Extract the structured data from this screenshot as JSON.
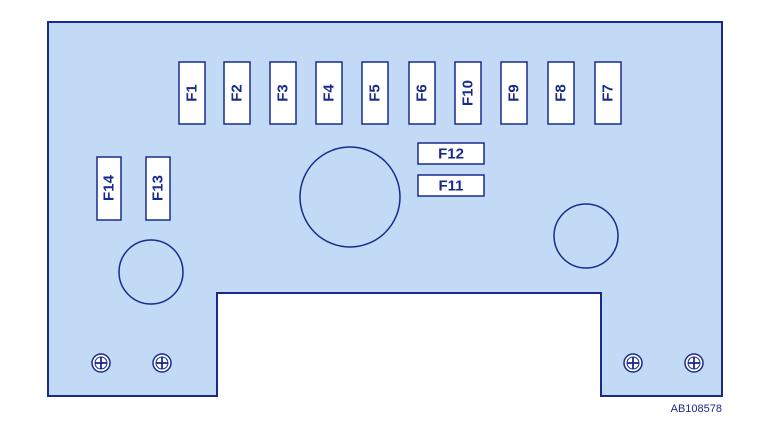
{
  "colors": {
    "panel_fill": "#c2daf6",
    "outline": "#1a2a8c",
    "fuse_fill": "#ffffff",
    "background": "#ffffff"
  },
  "fuses_top_row": [
    "F1",
    "F2",
    "F3",
    "F4",
    "F5",
    "F6",
    "F10",
    "F9",
    "F8",
    "F7"
  ],
  "fuses_left": [
    "F14",
    "F13"
  ],
  "fuses_horizontal": [
    "F12",
    "F11"
  ],
  "reference_code": "AB108578",
  "icons": {
    "mounting_screw": "screw-icon",
    "mounting_hole": "mounting-hole"
  }
}
